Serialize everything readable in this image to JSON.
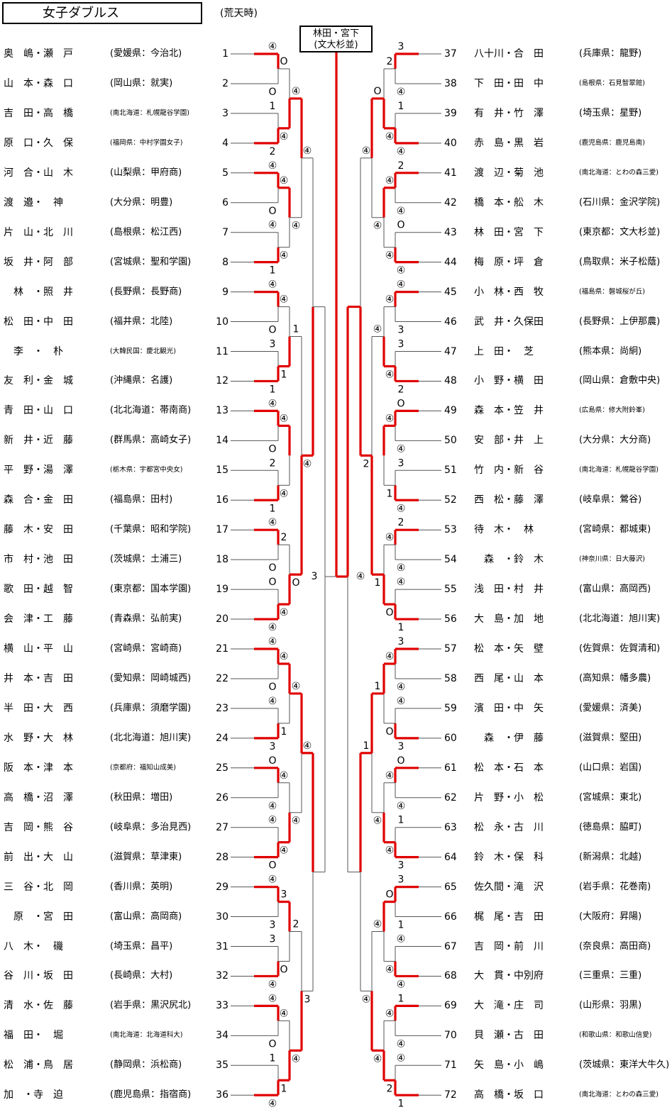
{
  "title": "女子ダブルス",
  "subtitle": "(荒天時)",
  "champion": {
    "line1": "林田・宮下",
    "line2": "(文大杉並)"
  },
  "circle4": "④",
  "left_entries": [
    {
      "num": "1",
      "name": "奥　嶋・瀬　戸",
      "pref": "(愛媛県：今治北)"
    },
    {
      "num": "2",
      "name": "山　本・森　口",
      "pref": "(岡山県：就実)"
    },
    {
      "num": "3",
      "name": "吉　田・高　橋",
      "pref": "(南北海道：札幌龍谷学園)",
      "small": true
    },
    {
      "num": "4",
      "name": "原　口・久　保",
      "pref": "(福岡県：中村学園女子)",
      "small": true
    },
    {
      "num": "5",
      "name": "河　合・山　木",
      "pref": "(山梨県：甲府商)"
    },
    {
      "num": "6",
      "name": "渡　邉・　神",
      "pref": "(大分県：明豊)"
    },
    {
      "num": "7",
      "name": "片　山・北　川",
      "pref": "(島根県：松江西)"
    },
    {
      "num": "8",
      "name": "坂　井・阿　部",
      "pref": "(宮城県：聖和学園)"
    },
    {
      "num": "9",
      "name": "　林　・照　井",
      "pref": "(長野県：長野商)"
    },
    {
      "num": "10",
      "name": "松　田・中　田",
      "pref": "(福井県：北陸)"
    },
    {
      "num": "11",
      "name": "　李　・　朴",
      "pref": "(大韓民国：慶北観光)",
      "small": true
    },
    {
      "num": "12",
      "name": "友　利・金　城",
      "pref": "(沖縄県：名護)"
    },
    {
      "num": "13",
      "name": "青　田・山　口",
      "pref": "(北北海道：帯南商)"
    },
    {
      "num": "14",
      "name": "新　井・近　藤",
      "pref": "(群馬県：高崎女子)"
    },
    {
      "num": "15",
      "name": "平　野・湯　澤",
      "pref": "(栃木県：宇都宮中央女)",
      "small": true
    },
    {
      "num": "16",
      "name": "森　合・金　田",
      "pref": "(福島県：田村)"
    },
    {
      "num": "17",
      "name": "藤　木・安　田",
      "pref": "(千葉県：昭和学院)"
    },
    {
      "num": "18",
      "name": "市　村・池　田",
      "pref": "(茨城県：土浦三)"
    },
    {
      "num": "19",
      "name": "歌　田・越　智",
      "pref": "(東京都：国本学園)"
    },
    {
      "num": "20",
      "name": "会　津・工　藤",
      "pref": "(青森県：弘前実)"
    },
    {
      "num": "21",
      "name": "横　山・平　山",
      "pref": "(宮崎県：宮崎商)"
    },
    {
      "num": "22",
      "name": "井　本・吉　田",
      "pref": "(愛知県：岡崎城西)"
    },
    {
      "num": "23",
      "name": "半　田・大　西",
      "pref": "(兵庫県：須磨学園)"
    },
    {
      "num": "24",
      "name": "水　野・大　林",
      "pref": "(北北海道：旭川実)"
    },
    {
      "num": "25",
      "name": "阪　本・津　本",
      "pref": "(京都府：福知山成美)",
      "small": true
    },
    {
      "num": "26",
      "name": "高　橋・沼　澤",
      "pref": "(秋田県：増田)"
    },
    {
      "num": "27",
      "name": "吉　岡・熊　谷",
      "pref": "(岐阜県：多治見西)"
    },
    {
      "num": "28",
      "name": "前　出・大　山",
      "pref": "(滋賀県：草津東)"
    },
    {
      "num": "29",
      "name": "三　谷・北　岡",
      "pref": "(香川県：英明)"
    },
    {
      "num": "30",
      "name": "　原　・宮　田",
      "pref": "(富山県：高岡商)"
    },
    {
      "num": "31",
      "name": "八　木・　磯",
      "pref": "(埼玉県：昌平)"
    },
    {
      "num": "32",
      "name": "谷　川・坂　田",
      "pref": "(長崎県：大村)"
    },
    {
      "num": "33",
      "name": "清　水・佐　藤",
      "pref": "(岩手県：黒沢尻北)"
    },
    {
      "num": "34",
      "name": "福　田・　堀",
      "pref": "(南北海道：北海道科大)",
      "small": true
    },
    {
      "num": "35",
      "name": "松　浦・鳥　居",
      "pref": "(静岡県：浜松商)"
    },
    {
      "num": "36",
      "name": "加　・寺　迫",
      "pref": "(鹿児島県：指宿商)"
    }
  ],
  "right_entries": [
    {
      "num": "37",
      "name": "八十川・合　田",
      "pref": "(兵庫県：龍野)"
    },
    {
      "num": "38",
      "name": "下　田・田　中",
      "pref": "(島根県：石見智翠館)",
      "small": true
    },
    {
      "num": "39",
      "name": "有　井・竹　澤",
      "pref": "(埼玉県：星野)"
    },
    {
      "num": "40",
      "name": "赤　島・黒　岩",
      "pref": "(鹿児島県：鹿児島南)",
      "small": true
    },
    {
      "num": "41",
      "name": "渡　辺・菊　池",
      "pref": "(南北海道：とわの森三愛)",
      "small": true
    },
    {
      "num": "42",
      "name": "橋　本・舩　木",
      "pref": "(石川県：金沢学院)"
    },
    {
      "num": "43",
      "name": "林　田・宮　下",
      "pref": "(東京都：文大杉並)"
    },
    {
      "num": "44",
      "name": "梅　原・坪　倉",
      "pref": "(鳥取県：米子松蔭)"
    },
    {
      "num": "45",
      "name": "小　林・西　牧",
      "pref": "(福島県：磐城桜が丘)",
      "small": true
    },
    {
      "num": "46",
      "name": "武　井・久保田",
      "pref": "(長野県：上伊那農)"
    },
    {
      "num": "47",
      "name": "上　田・　芝",
      "pref": "(熊本県：尚絅)"
    },
    {
      "num": "48",
      "name": "小　野・横　田",
      "pref": "(岡山県：倉敷中央)"
    },
    {
      "num": "49",
      "name": "森　本・笠　井",
      "pref": "(広島県：修大附鈴峯)",
      "small": true
    },
    {
      "num": "50",
      "name": "安　部・井　上",
      "pref": "(大分県：大分商)"
    },
    {
      "num": "51",
      "name": "竹　内・新　谷",
      "pref": "(南北海道：札幌龍谷学園)",
      "small": true
    },
    {
      "num": "52",
      "name": "西　松・藤　澤",
      "pref": "(岐阜県：鶯谷)"
    },
    {
      "num": "53",
      "name": "待　木・　林",
      "pref": "(宮崎県：都城東)"
    },
    {
      "num": "54",
      "name": "　森　・鈴　木",
      "pref": "(神奈川県：日大藤沢)",
      "small": true
    },
    {
      "num": "55",
      "name": "浅　田・村　井",
      "pref": "(富山県：高岡西)"
    },
    {
      "num": "56",
      "name": "大　島・加　地",
      "pref": "(北北海道：旭川実)"
    },
    {
      "num": "57",
      "name": "松　本・矢　壁",
      "pref": "(佐賀県：佐賀清和)"
    },
    {
      "num": "58",
      "name": "西　尾・山　本",
      "pref": "(高知県：幡多農)"
    },
    {
      "num": "59",
      "name": "濱　田・中　矢",
      "pref": "(愛媛県：済美)"
    },
    {
      "num": "60",
      "name": "　森　・伊　藤",
      "pref": "(滋賀県：堅田)"
    },
    {
      "num": "61",
      "name": "松　本・石　本",
      "pref": "(山口県：岩国)"
    },
    {
      "num": "62",
      "name": "片　野・小　松",
      "pref": "(宮城県：東北)"
    },
    {
      "num": "63",
      "name": "松　永・古　川",
      "pref": "(徳島県：脇町)"
    },
    {
      "num": "64",
      "name": "鈴　木・保　科",
      "pref": "(新潟県：北越)"
    },
    {
      "num": "65",
      "name": "佐久間・滝　沢",
      "pref": "(岩手県：花巻南)"
    },
    {
      "num": "66",
      "name": "梶　尾・吉　田",
      "pref": "(大阪府：昇陽)"
    },
    {
      "num": "67",
      "name": "吉　岡・前　川",
      "pref": "(奈良県：高田商)"
    },
    {
      "num": "68",
      "name": "大　貫・中別府",
      "pref": "(三重県：三重)"
    },
    {
      "num": "69",
      "name": "大　滝・庄　司",
      "pref": "(山形県：羽黒)"
    },
    {
      "num": "70",
      "name": "貝　瀬・古　田",
      "pref": "(和歌山県：和歌山信愛)",
      "small": true
    },
    {
      "num": "71",
      "name": "矢　島・小　嶋",
      "pref": "(茨城県：東洋大牛久)"
    },
    {
      "num": "72",
      "name": "高　橋・坂　口",
      "pref": "(南北海道：とわの森三愛)",
      "small": true
    }
  ],
  "scores_left": {
    "r1": [
      [
        "④",
        "O"
      ],
      [
        "1",
        "2"
      ],
      [
        "④",
        "O"
      ],
      [
        "④",
        "1"
      ],
      [
        "④",
        "O"
      ],
      [
        "3",
        "1"
      ],
      [
        "④",
        "O"
      ],
      [
        "2",
        "1"
      ],
      [
        "④",
        "O"
      ],
      [
        "O",
        "④"
      ],
      [
        "④",
        "O"
      ],
      [
        "④",
        "3"
      ],
      [
        "O",
        "④"
      ],
      [
        "④",
        "O"
      ],
      [
        "④",
        "3"
      ],
      [
        "3",
        "④"
      ],
      [
        "④",
        "O"
      ],
      [
        "1",
        "④"
      ]
    ],
    "r2": [
      [
        "O",
        "④"
      ],
      [
        "④",
        "④"
      ],
      [
        "④",
        "1"
      ],
      [
        "④",
        "④"
      ],
      [
        "2",
        "④"
      ],
      [
        "④",
        "1"
      ],
      [
        "④",
        "④"
      ],
      [
        "3",
        "O"
      ],
      [
        "④",
        "1"
      ]
    ],
    "r3": [
      [
        "④",
        "④"
      ],
      [
        "1",
        "O"
      ],
      [
        "④",
        "④"
      ],
      [
        "2",
        "④"
      ]
    ],
    "r4": [
      [
        "④",
        "④"
      ],
      [
        "④",
        "3"
      ]
    ],
    "final": "3"
  },
  "scores_right": {
    "r1": [
      [
        "3",
        "④"
      ],
      [
        "1",
        "④"
      ],
      [
        "2",
        "④"
      ],
      [
        "O",
        "④"
      ],
      [
        "④",
        "3"
      ],
      [
        "3",
        "2"
      ],
      [
        "O",
        "④"
      ],
      [
        "3",
        "④"
      ],
      [
        "2",
        "④"
      ],
      [
        "④",
        "1"
      ],
      [
        "3",
        "④"
      ],
      [
        "④",
        "3"
      ],
      [
        "O",
        "④"
      ],
      [
        "1",
        "3"
      ],
      [
        "3",
        "1"
      ],
      [
        "④",
        "④"
      ],
      [
        "1",
        "④"
      ],
      [
        "④",
        "1"
      ]
    ],
    "r2": [
      [
        "2",
        "④"
      ],
      [
        "④",
        "④"
      ],
      [
        "④",
        "④"
      ],
      [
        "④",
        "1"
      ],
      [
        "④",
        "O"
      ],
      [
        "④",
        "O"
      ],
      [
        "④",
        "④"
      ],
      [
        "O",
        "④"
      ],
      [
        "④",
        "2"
      ]
    ],
    "r3": [
      [
        "O",
        "④"
      ],
      [
        "④",
        "1"
      ],
      [
        "1",
        "④"
      ],
      [
        "④",
        "④"
      ]
    ],
    "r4": [
      [
        "④",
        "2"
      ],
      [
        "1",
        "④"
      ]
    ],
    "final": "④"
  }
}
